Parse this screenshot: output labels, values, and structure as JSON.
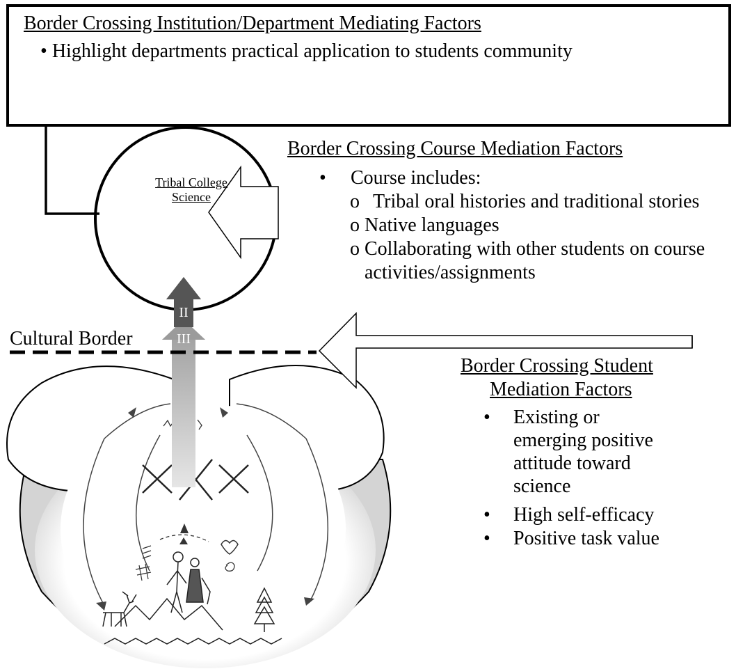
{
  "institution_box": {
    "title": "Border Crossing Institution/Department Mediating Factors",
    "items": [
      "Highlight departments practical application to students community"
    ]
  },
  "course_factors": {
    "title": "Border Crossing Course Mediation Factors",
    "lead": "Course includes:",
    "items": [
      "Tribal oral histories and traditional stories",
      "Native languages",
      "Collaborating with other students on course",
      "activities/assignments"
    ]
  },
  "circle_label": {
    "line1": "Tribal College",
    "line2": "Science"
  },
  "arrows": {
    "dark": "II",
    "light": "III"
  },
  "cultural_border": "Cultural Border",
  "student_factors": {
    "title_line1": "Border Crossing Student",
    "title_line2": "Mediation Factors",
    "item1": [
      "Existing or",
      "emerging positive",
      "attitude toward",
      "science"
    ],
    "item2": "High self-efficacy",
    "item3": "Positive task value"
  },
  "bullet_glyph": "•",
  "sub_bullet_glyph": "o",
  "colors": {
    "dark_arrow": "#555555",
    "light_arrow": "#9b9b9b",
    "bowl_shade": "#d9d9d9"
  }
}
